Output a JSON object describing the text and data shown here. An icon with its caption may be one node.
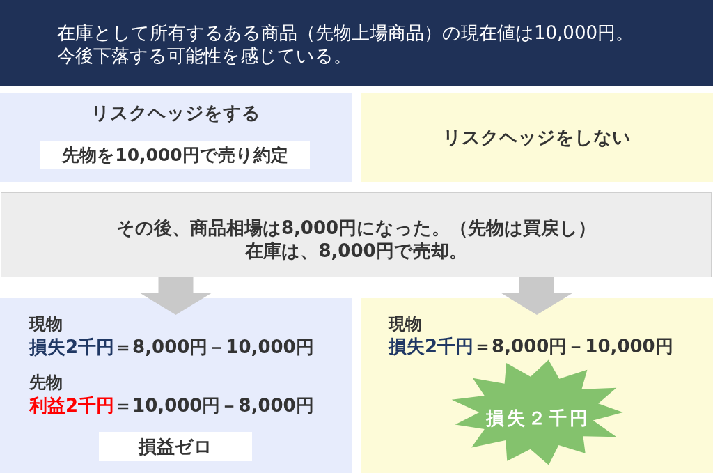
{
  "diagram": {
    "nodes": [
      {
        "text": [
          "在庫として所有するある商品（先物上場商品）の現在値は10,000円。",
          "今後下落する可能性を感じている。"
        ]
      },
      {
        "text": [
          "リスクヘッジをする"
        ]
      },
      {
        "text": [
          "先物を10,000円で売り約定"
        ],
        "in": 1
      },
      {
        "text": [
          "リスクヘッジをしない"
        ]
      },
      {
        "text": [
          "その後、商品相場は8,000円になった。（先物は買戻し）",
          "在庫は、8,000円で売却。"
        ]
      },
      {
        "text": [
          "現物",
          "損失2千円",
          "＝8,000円－10,000円",
          "先物",
          "利益2千円",
          "＝10,000円－8,000円"
        ]
      },
      {
        "text": [
          "損益ゼロ"
        ],
        "in": 5
      },
      {
        "text": [
          "現物",
          "損失2千円",
          "＝8,000円－10,000円"
        ]
      },
      {
        "text": [
          "損失２千円"
        ],
        "in": 7
      }
    ],
    "edges": [
      {
        "from": 4,
        "to": 5,
        "arrow": "to"
      },
      {
        "from": 4,
        "to": 7,
        "arrow": "to"
      }
    ]
  }
}
